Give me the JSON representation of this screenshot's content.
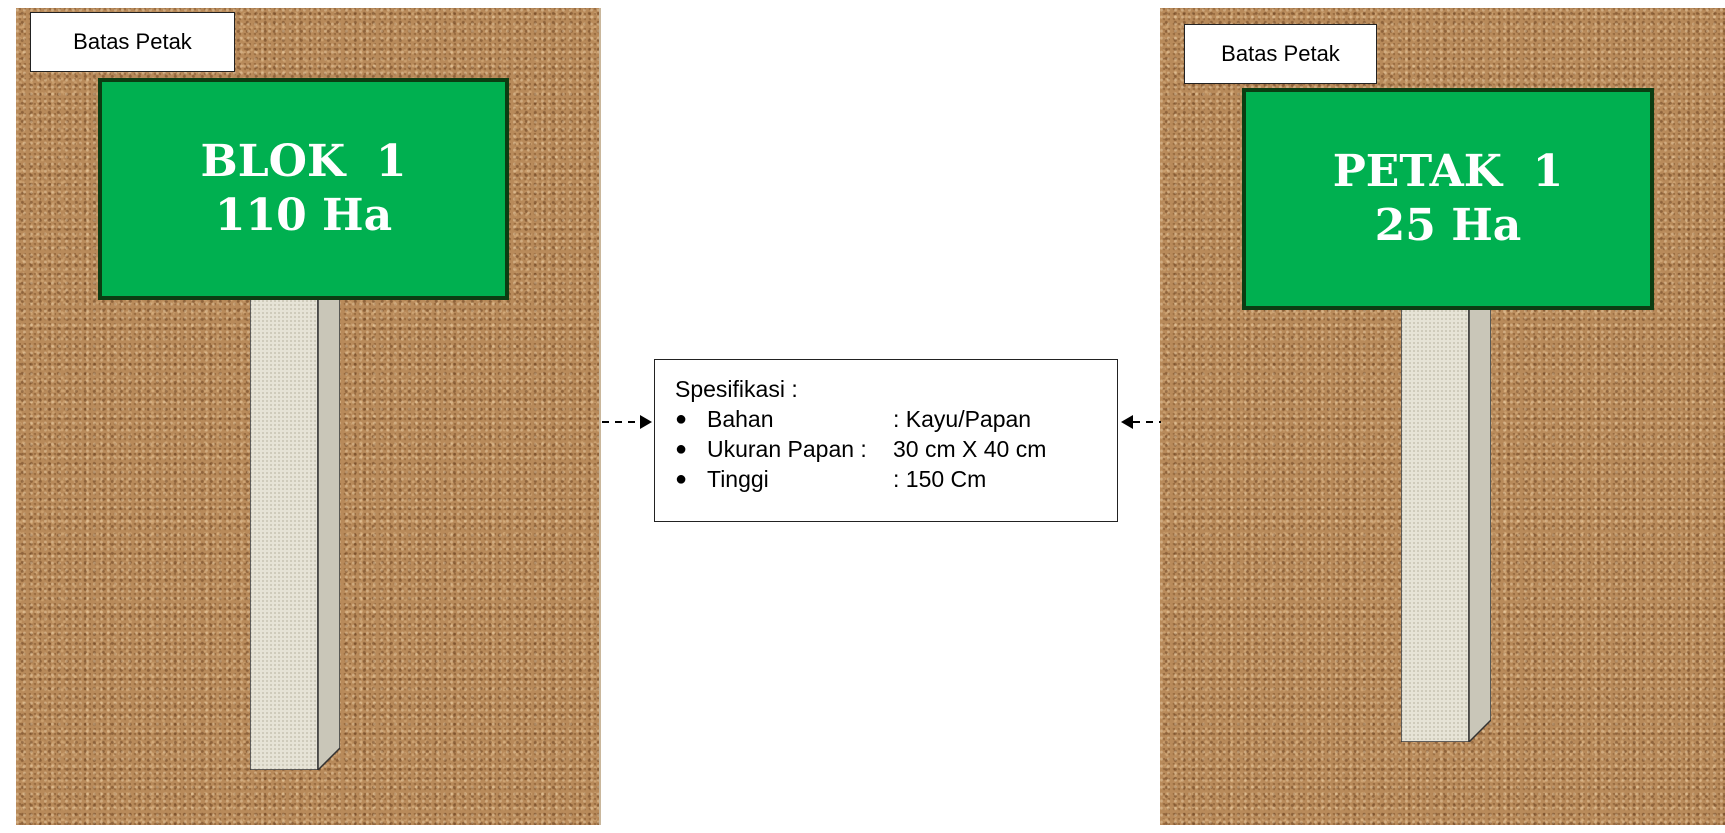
{
  "left_sign": {
    "label": "Batas Petak",
    "line1": "BLOK  1",
    "line2": "110 Ha"
  },
  "right_sign": {
    "label": "Batas Petak",
    "line1": "PETAK  1",
    "line2": "25 Ha"
  },
  "spec": {
    "title": "Spesifikasi :",
    "items": [
      {
        "key": "Bahan",
        "value": ":  Kayu/Papan"
      },
      {
        "key": "Ukuran Papan :",
        "value": " 30 cm X 40 cm"
      },
      {
        "key": "Tinggi",
        "value": ": 150 Cm"
      }
    ]
  },
  "colors": {
    "sign_green": "#00b050",
    "sign_border": "#0b3d12",
    "ground": "#b88a5a"
  }
}
